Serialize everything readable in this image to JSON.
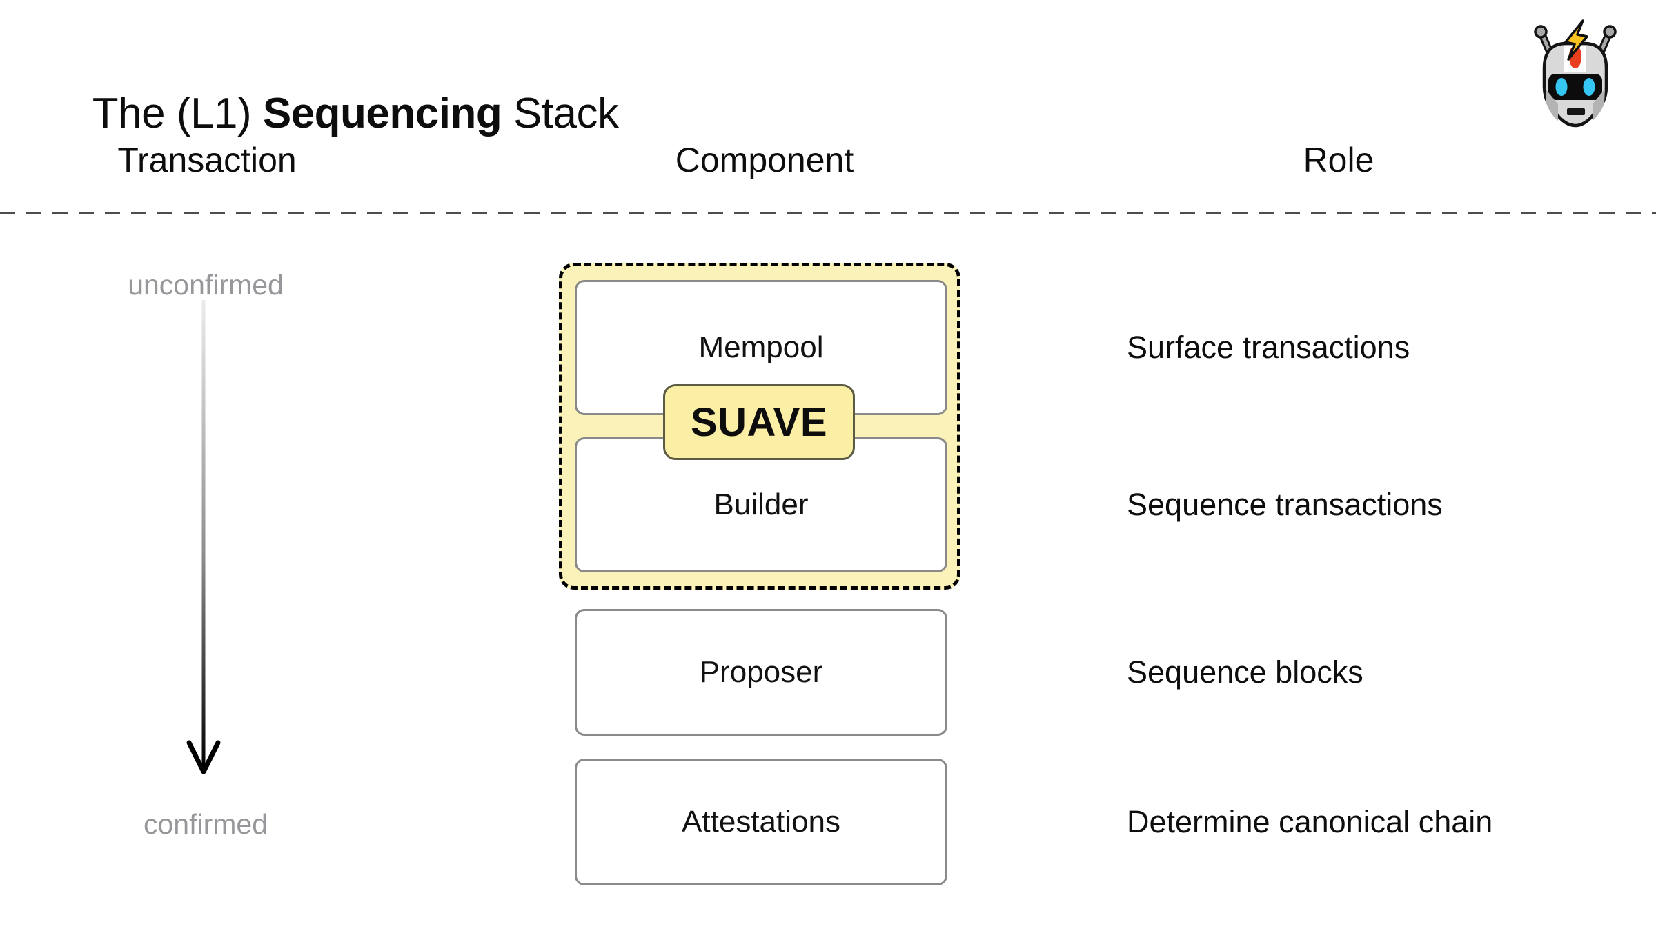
{
  "title": {
    "prefix": "The (L1) ",
    "emphasis": "Sequencing",
    "suffix": " Stack"
  },
  "column_headers": [
    {
      "label": "Transaction"
    },
    {
      "label": "Component"
    },
    {
      "label": "Role"
    }
  ],
  "flow": {
    "unconfirmed_label": "unconfirmed",
    "confirmed_label": "confirmed"
  },
  "suave": {
    "badge_label": "SUAVE"
  },
  "components": [
    {
      "label": "Mempool",
      "role": "Surface transactions",
      "grouped_in_suave": true
    },
    {
      "label": "Builder",
      "role": "Sequence transactions",
      "grouped_in_suave": true
    },
    {
      "label": "Proposer",
      "role": "Sequence blocks",
      "grouped_in_suave": false
    },
    {
      "label": "Attestations",
      "role": "Determine canonical chain",
      "grouped_in_suave": false
    }
  ],
  "icons": {
    "robot": "robot-head-with-lightning-bolt"
  },
  "colors": {
    "background": "#FFFFFF",
    "text": "#0D0D0D",
    "muted_text": "#96969B",
    "suave_fill": "#FBF2BA",
    "suave_badge_fill": "#FBEFA6",
    "suave_badge_border": "#5C5C44",
    "suave_group_border": "#000000",
    "box_border": "#8A8A8A",
    "separator_dash": "#4D4D4D",
    "robot_eye": "#35C6F4",
    "robot_stripe": "#E8401F",
    "bolt_yellow": "#FCC21F"
  }
}
